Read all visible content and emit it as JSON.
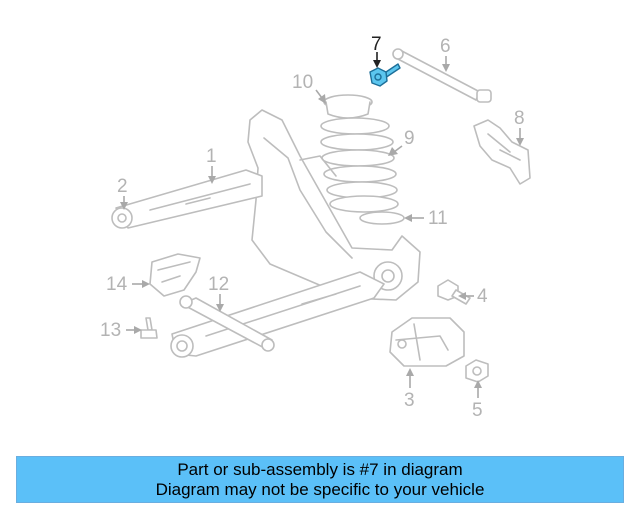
{
  "callouts": [
    {
      "id": "1",
      "label": "1"
    },
    {
      "id": "2",
      "label": "2"
    },
    {
      "id": "3",
      "label": "3"
    },
    {
      "id": "4",
      "label": "4"
    },
    {
      "id": "5",
      "label": "5"
    },
    {
      "id": "6",
      "label": "6"
    },
    {
      "id": "7",
      "label": "7"
    },
    {
      "id": "8",
      "label": "8"
    },
    {
      "id": "9",
      "label": "9"
    },
    {
      "id": "10",
      "label": "10"
    },
    {
      "id": "11",
      "label": "11"
    },
    {
      "id": "12",
      "label": "12"
    },
    {
      "id": "13",
      "label": "13"
    },
    {
      "id": "14",
      "label": "14"
    }
  ],
  "highlighted_part": "7",
  "colors": {
    "highlight_fill": "#5cc6ef",
    "caption_background": "#5bc0f8",
    "part_outline": "#bdbdbd"
  },
  "caption": {
    "line1": "Part or sub-assembly is #7 in diagram",
    "line2": "Diagram may not be specific to your vehicle"
  }
}
